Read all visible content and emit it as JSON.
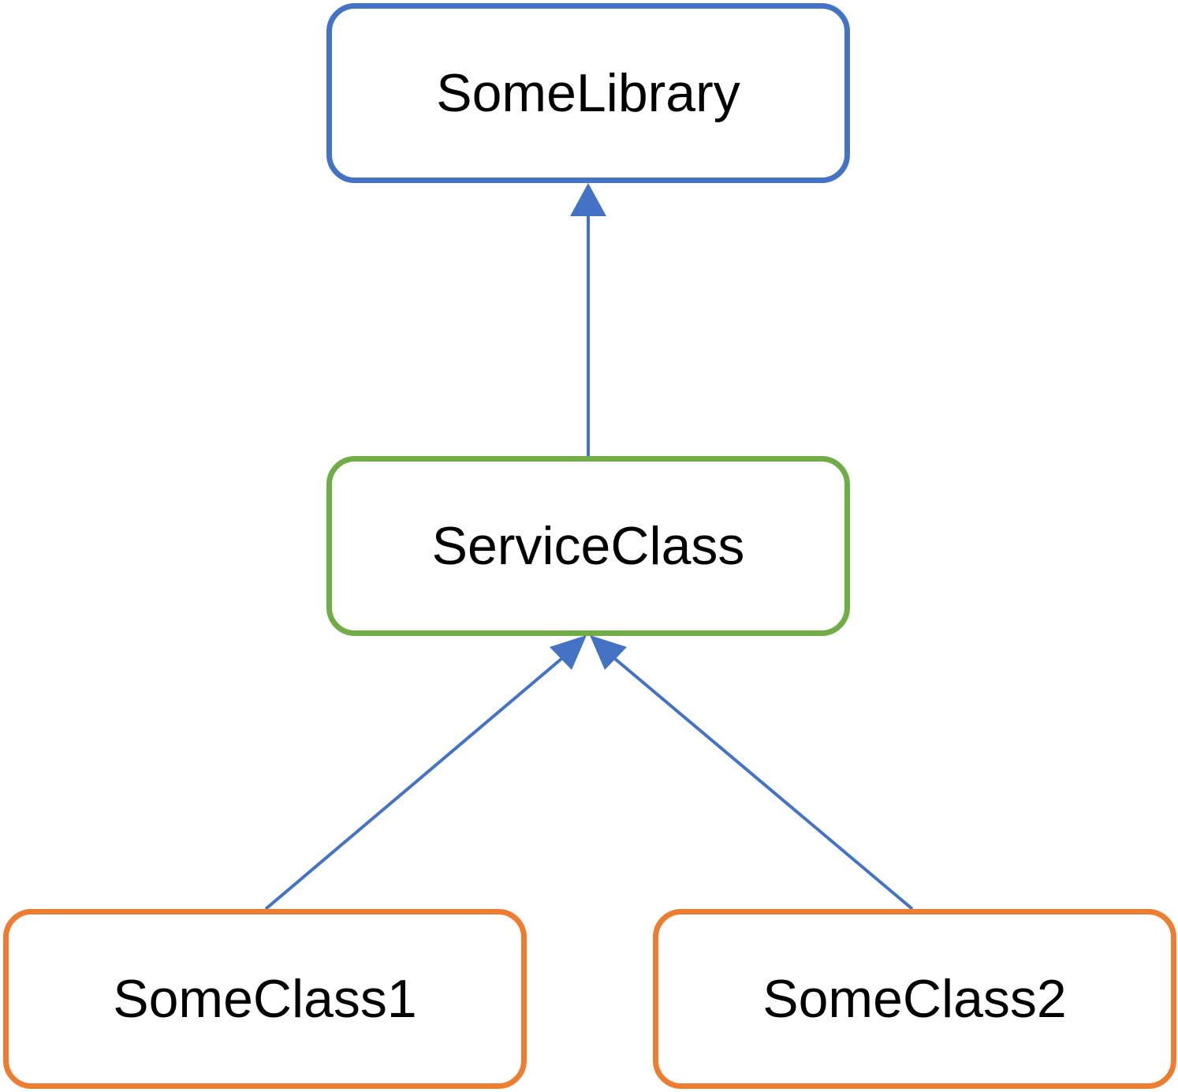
{
  "nodes": {
    "some_library": {
      "label": "SomeLibrary",
      "border_color": "#4472C4"
    },
    "service_class": {
      "label": "ServiceClass",
      "border_color": "#70AD47"
    },
    "some_class_1": {
      "label": "SomeClass1",
      "border_color": "#ED7D31"
    },
    "some_class_2": {
      "label": "SomeClass2",
      "border_color": "#ED7D31"
    }
  },
  "edges": [
    {
      "from": "service_class",
      "to": "some_library",
      "color": "#4472C4",
      "head": "filled-triangle"
    },
    {
      "from": "some_class_1",
      "to": "service_class",
      "color": "#4472C4",
      "head": "filled-triangle"
    },
    {
      "from": "some_class_2",
      "to": "service_class",
      "color": "#4472C4",
      "head": "filled-triangle"
    }
  ]
}
